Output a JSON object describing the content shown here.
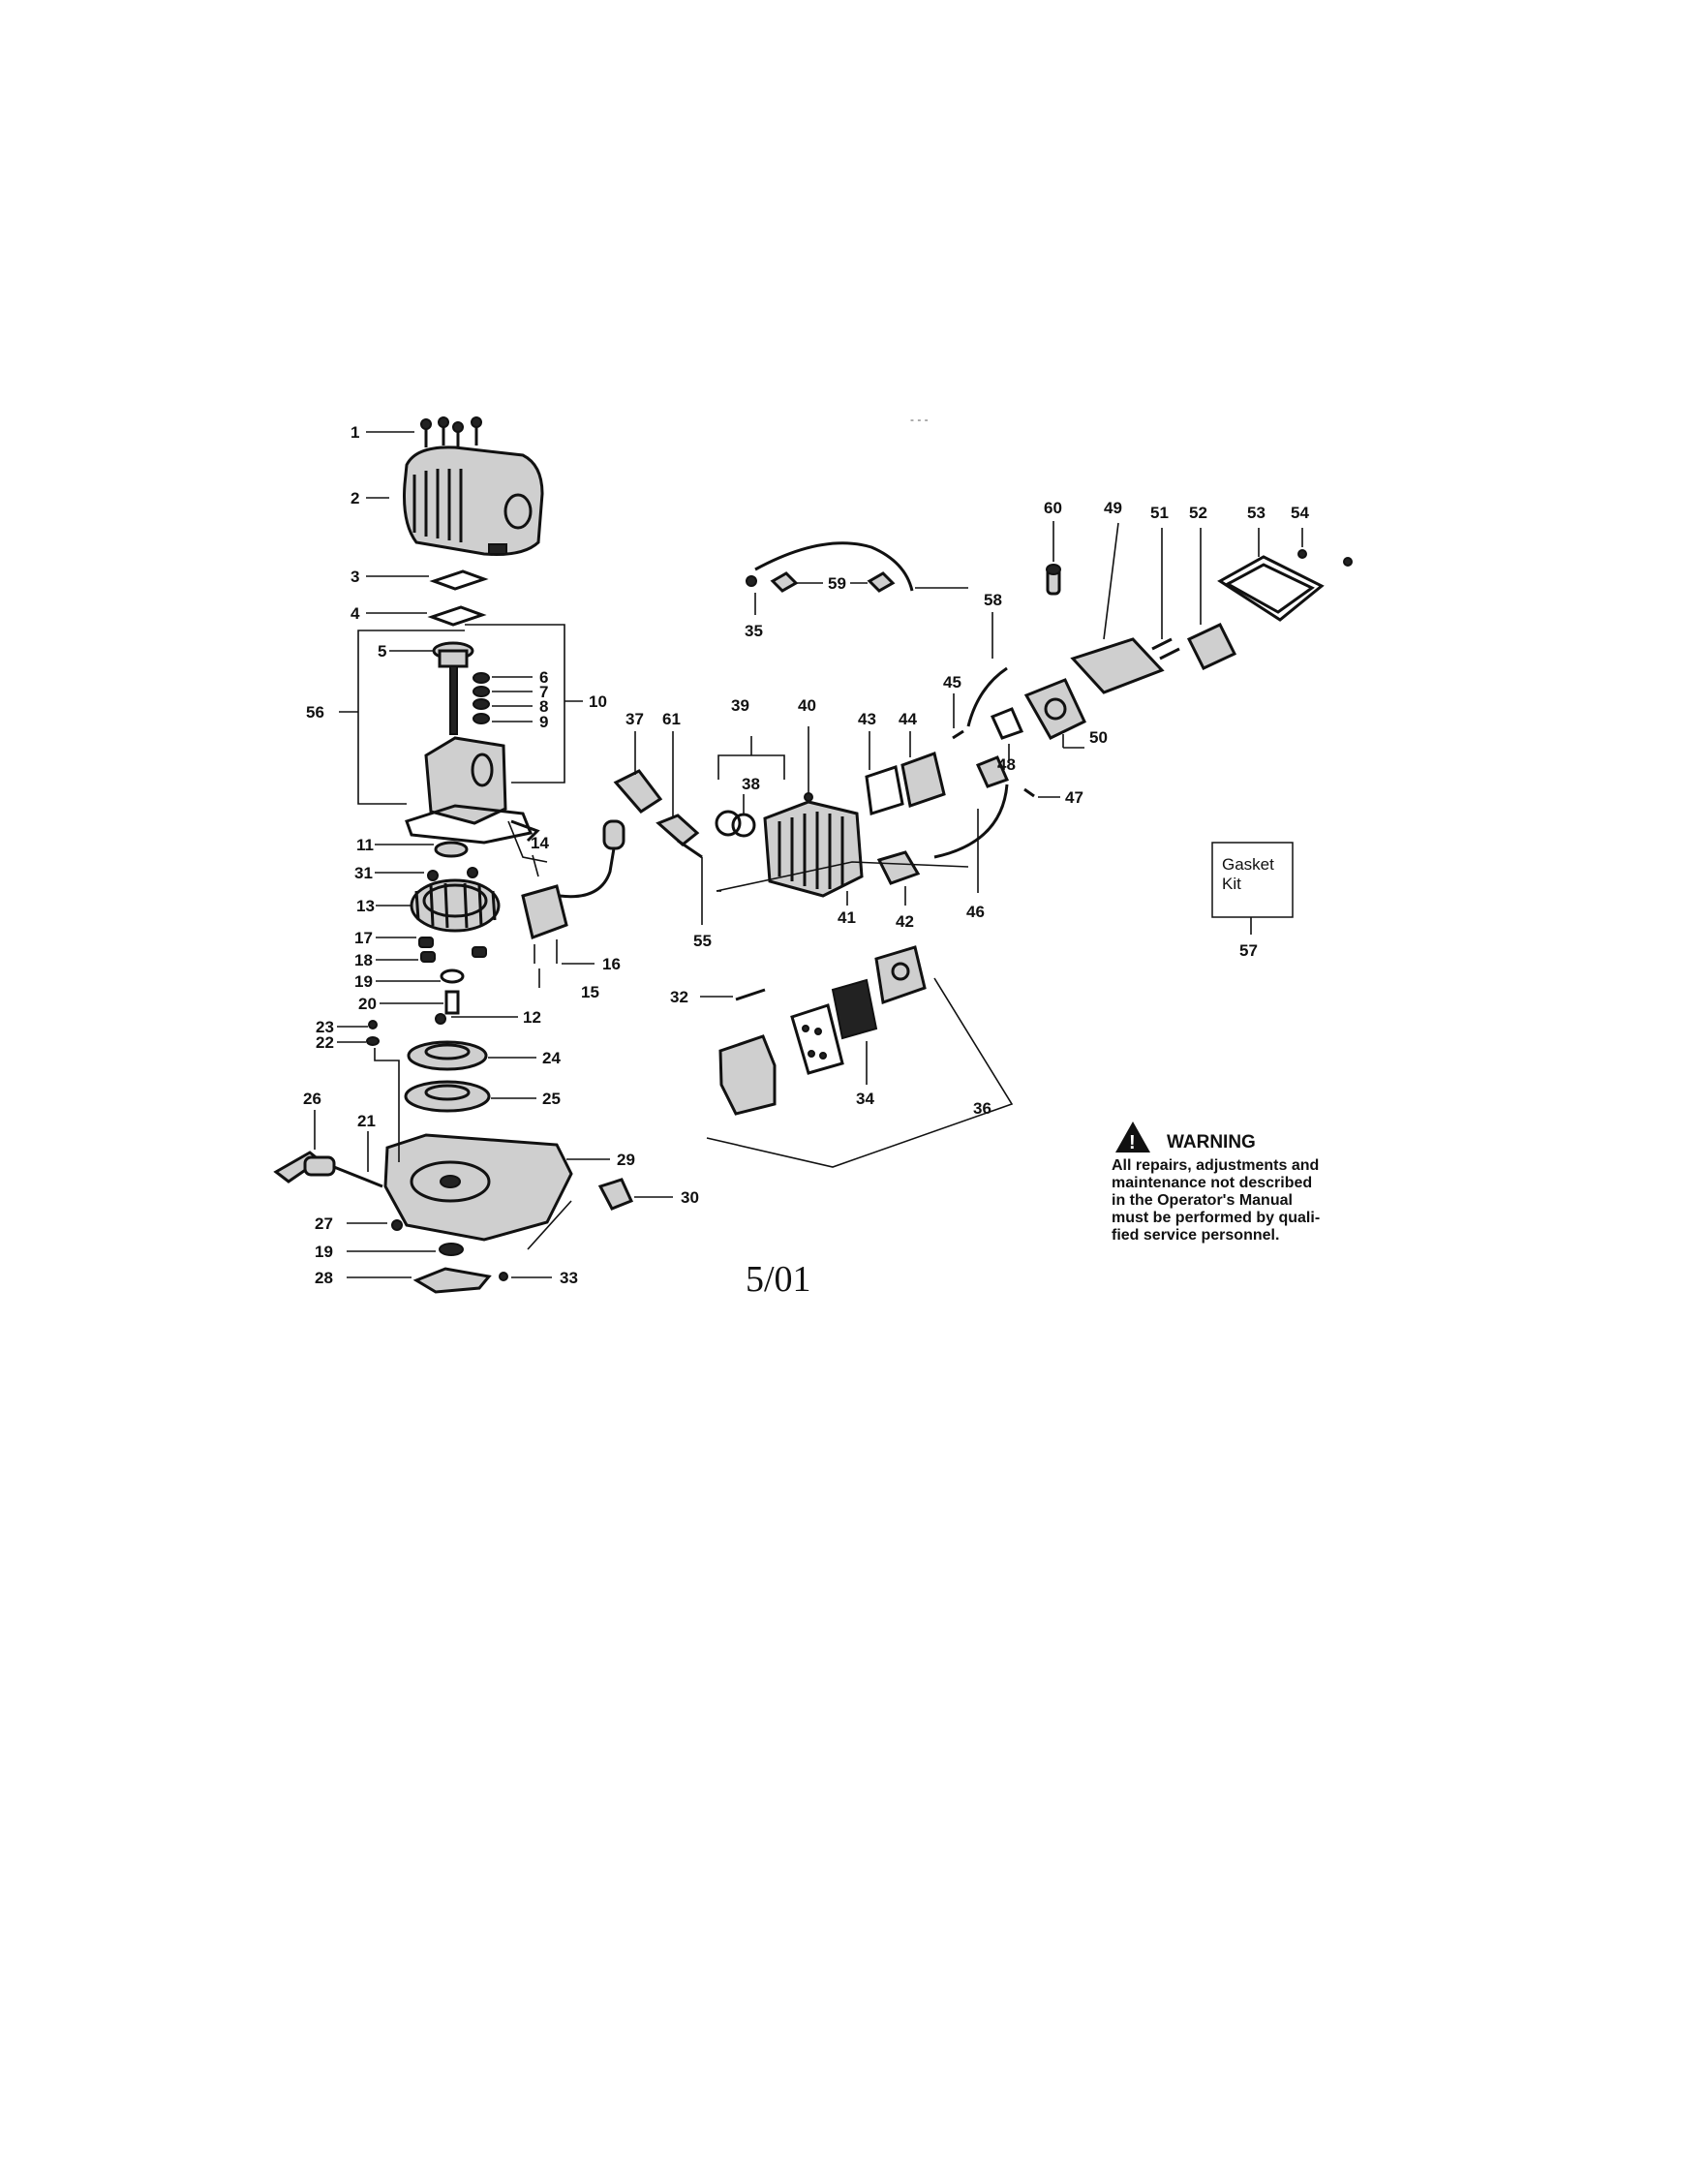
{
  "callouts": {
    "c1": "1",
    "c2": "2",
    "c3": "3",
    "c4": "4",
    "c5": "5",
    "c6": "6",
    "c7": "7",
    "c8": "8",
    "c9": "9",
    "c10": "10",
    "c11": "11",
    "c12": "12",
    "c13": "13",
    "c14": "14",
    "c15": "15",
    "c16": "16",
    "c17": "17",
    "c18": "18",
    "c19a": "19",
    "c19b": "19",
    "c20": "20",
    "c21": "21",
    "c22": "22",
    "c23": "23",
    "c24": "24",
    "c25": "25",
    "c26": "26",
    "c27": "27",
    "c28": "28",
    "c29": "29",
    "c30": "30",
    "c31": "31",
    "c32": "32",
    "c33": "33",
    "c34": "34",
    "c35": "35",
    "c36": "36",
    "c37": "37",
    "c38": "38",
    "c39": "39",
    "c40": "40",
    "c41": "41",
    "c42": "42",
    "c43": "43",
    "c44": "44",
    "c45": "45",
    "c46": "46",
    "c47": "47",
    "c48": "48",
    "c49": "49",
    "c50": "50",
    "c51": "51",
    "c52": "52",
    "c53": "53",
    "c54": "54",
    "c55": "55",
    "c56": "56",
    "c57": "57",
    "c58": "58",
    "c59": "59",
    "c60": "60",
    "c61": "61"
  },
  "gasket_kit": {
    "line1": "Gasket",
    "line2": "Kit"
  },
  "warning": {
    "title": "WARNING",
    "lines": [
      "All repairs, adjustments and",
      "maintenance not described",
      "in the Operator's Manual",
      "must be performed by quali-",
      "fied service personnel."
    ]
  },
  "date_code": "5/01",
  "top_mark": "- - -"
}
